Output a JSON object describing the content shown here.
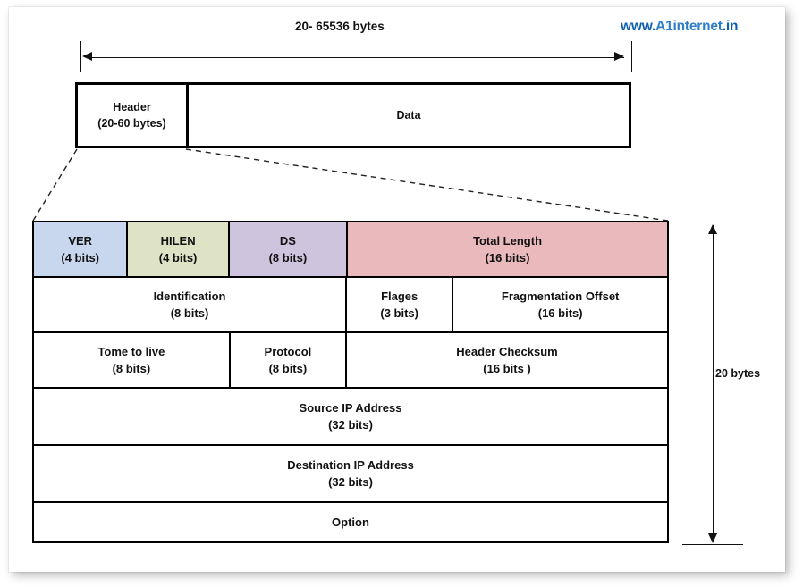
{
  "watermark": {
    "prefix": "www.",
    "brand": "A1internet",
    "suffix": ".in"
  },
  "top_measure": {
    "label": "20- 65536 bytes"
  },
  "packet": {
    "header_title": "Header",
    "header_size": "(20-60 bytes)",
    "data_label": "Data"
  },
  "right_measure": {
    "label": "20 bytes"
  },
  "header_table": {
    "rows": [
      {
        "cells": [
          {
            "name": "VER",
            "bits": "(4 bits)",
            "color": "#c8d6ee"
          },
          {
            "name": "HILEN",
            "bits": "(4 bits)",
            "color": "#dee3c5"
          },
          {
            "name": "DS",
            "bits": "(8 bits)",
            "color": "#cfc4de"
          },
          {
            "name": "Total Length",
            "bits": "(16 bits)",
            "color": "#eab9bc"
          }
        ]
      },
      {
        "cells": [
          {
            "name": "Identification",
            "bits": "(8 bits)",
            "color": "#ffffff"
          },
          {
            "name": "Flages",
            "bits": "(3 bits)",
            "color": "#ffffff"
          },
          {
            "name": "Fragmentation Offset",
            "bits": "(16 bits)",
            "color": "#ffffff"
          }
        ]
      },
      {
        "cells": [
          {
            "name": "Tome to live",
            "bits": "(8 bits)",
            "color": "#ffffff"
          },
          {
            "name": "Protocol",
            "bits": "(8 bits)",
            "color": "#ffffff"
          },
          {
            "name": "Header Checksum",
            "bits": "(16 bits )",
            "color": "#ffffff"
          }
        ]
      },
      {
        "cells": [
          {
            "name": "Source IP Address",
            "bits": "(32 bits)",
            "color": "#ffffff"
          }
        ]
      },
      {
        "cells": [
          {
            "name": "Destination IP Address",
            "bits": "(32 bits)",
            "color": "#ffffff"
          }
        ]
      },
      {
        "cells": [
          {
            "name": "Option",
            "bits": "",
            "color": "#ffffff"
          }
        ]
      }
    ]
  }
}
